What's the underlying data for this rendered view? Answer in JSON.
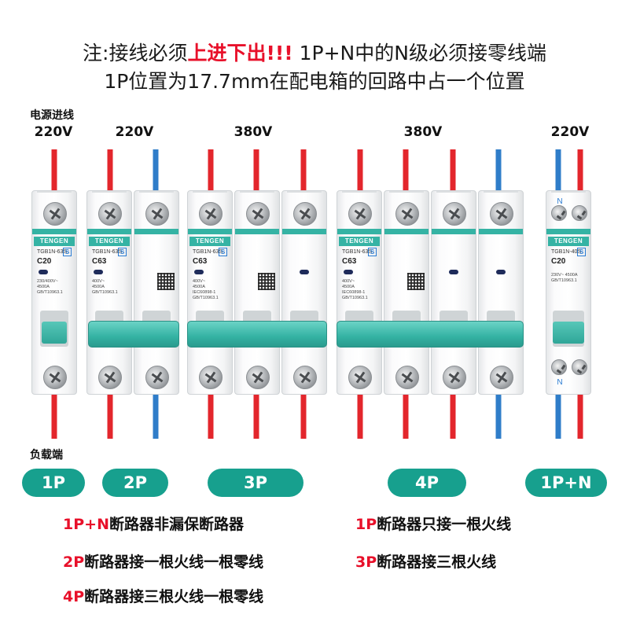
{
  "header": {
    "line1_prefix": "注:接线必须",
    "line1_highlight": "上进下出!!!",
    "line1_suffix": "1P+N中的N级必须接零线端",
    "line2": "1P位置为17.7mm在配电箱的回路中占一个位置"
  },
  "labels": {
    "power_in": "电源进线",
    "load_end": "负载端"
  },
  "voltages": [
    "220V",
    "220V",
    "380V",
    "380V",
    "220V"
  ],
  "breakers": {
    "brand": "TENGEN",
    "s_mark": "S",
    "n_mark": "N",
    "b1": {
      "model": "TGB1N-63S",
      "rating": "C20",
      "spec": "230/400V~\n4500A\nGB/T10963.1"
    },
    "b2": {
      "model": "TGB1N-63S",
      "rating": "C63",
      "spec": "400V~\n4500A\nGB/T10963.1"
    },
    "b3": {
      "model": "TGB1N-63S",
      "rating": "C63",
      "spec": "400V~\n4500A\nIEC60898-1\nGB/T10963.1"
    },
    "b4": {
      "model": "TGB1N-63S",
      "rating": "C63",
      "spec": "400V~\n4500A\nIEC60898-1\nGB/T10963.1"
    },
    "b5": {
      "model": "TGB1N-40S",
      "rating": "C20",
      "spec": "230V~\n4500A\nGB/T10963.1"
    }
  },
  "wire_colors": {
    "live": "#e3262c",
    "neutral": "#2f7dc9"
  },
  "pills": [
    "1P",
    "2P",
    "3P",
    "4P",
    "1P+N"
  ],
  "notes": {
    "n1_hl": "1P+N",
    "n1_rest": "断路器非漏保断路器",
    "n2_hl": "1P",
    "n2_rest": "断路器只接一根火线",
    "n3_hl": "2P",
    "n3_rest": "断路器接一根火线一根零线",
    "n4_hl": "3P",
    "n4_rest": "断路器接三根火线",
    "n5_hl": "4P",
    "n5_rest": "断路器接三根火线一根零线"
  }
}
